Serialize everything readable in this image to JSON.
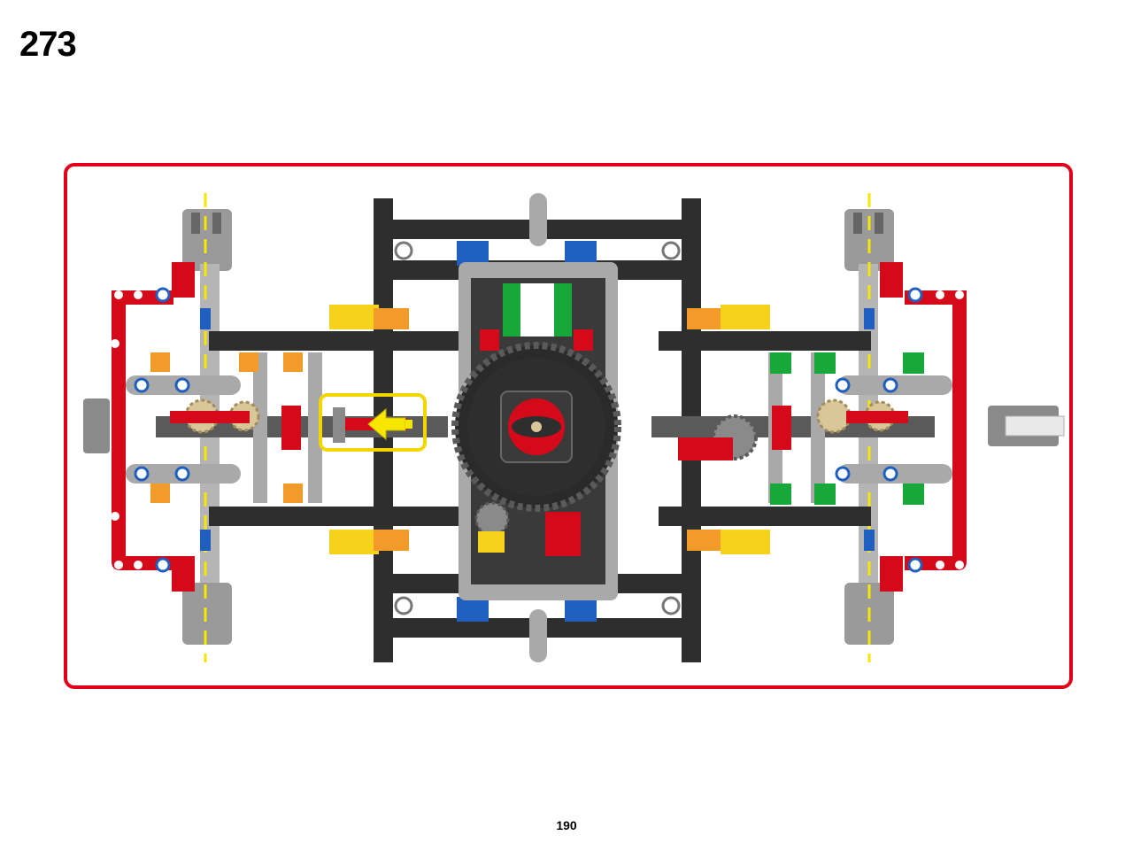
{
  "step": {
    "number": "273"
  },
  "page": {
    "number": "190"
  },
  "colors": {
    "frame": "#e1001a",
    "callout": "#f2d600",
    "black": "#2e2e2e",
    "dark_gray": "#5a5a5a",
    "light_gray": "#a9a9a9",
    "red": "#d40a1a",
    "blue": "#1f5fbf",
    "green": "#18a83a",
    "yellow": "#f6d21d",
    "orange": "#f29a2a",
    "tan": "#d9c79a"
  },
  "illustration": {
    "subject": "chassis-assembly",
    "callout_part": "axle-with-gear",
    "arrow_direction": "left"
  }
}
